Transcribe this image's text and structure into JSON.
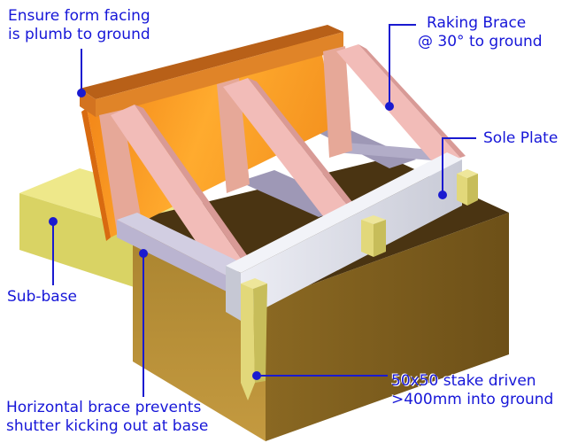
{
  "callouts": {
    "form_facing": {
      "line1": "Ensure form facing",
      "line2": "is plumb to ground"
    },
    "raking_brace": {
      "line1": "Raking Brace",
      "line2": "@ 30° to ground"
    },
    "sole_plate": {
      "text": "Sole Plate"
    },
    "sub_base": {
      "text": "Sub-base"
    },
    "horizontal_brace": {
      "line1": "Horizontal brace prevents",
      "line2": "shutter kicking out at base"
    },
    "stake": {
      "line1": "50x50 stake driven",
      "line2": ">400mm into ground"
    }
  },
  "colors": {
    "label_text": "#1616d8",
    "leader_line": "#1a1ad0",
    "soil": "#b8903a",
    "sub_base": "#e4df70",
    "formwork_facing": "#f08a1e",
    "top_plank": "#c96a18",
    "raking_brace": "#f0b8b4",
    "sole_plate": "#d9dbe6",
    "horizontal_brace": "#c4c0d6",
    "stake": "#e0d680"
  }
}
